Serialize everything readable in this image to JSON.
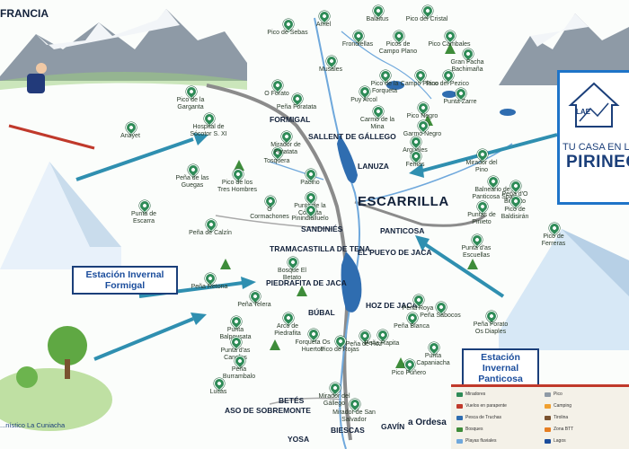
{
  "map": {
    "country_label": "FRANCIA",
    "logo": {
      "initials": "LAE",
      "tagline": "TU CASA EN LO",
      "brand": "PIRINEO"
    },
    "stations": [
      {
        "label": "Estación Invernal\nFormigal"
      },
      {
        "label": "Estación Invernal\nPanticosa"
      }
    ],
    "campsite_label": "...nístico La Cuniacha",
    "towns": [
      "ESCARRILLA",
      "FORMIGAL",
      "SALLENT DE GÁLLEGO",
      "LANUZA",
      "SANDINIÉS",
      "TRAMACASTILLA DE TENA",
      "EL PUEYO DE JACA",
      "PANTICOSA",
      "PIEDRAFITA DE JACA",
      "BÚBAL",
      "HOZ DE JACA",
      "BETÉS",
      "ASO DE SOBREMONTE",
      "YOSA",
      "BIESCAS",
      "GAVÍN",
      "a Ordesa"
    ],
    "peaks": [
      "Arriel",
      "Balaitus",
      "Pico del Cristal",
      "Pico de Sebas",
      "Frondiellas",
      "Picos de Campo Plano",
      "Pico Cambales",
      "Gran Facha Bachimaña",
      "Musales",
      "Pico de la Forqueta",
      "Campo Plano",
      "Pico del Pezico",
      "Pico de la Garganta",
      "Hospital de Sócotor S. XI",
      "O Forato",
      "Peña Foratata",
      "Puy Arcol",
      "Carmo de la Mina",
      "Pico Negro",
      "Punta Zarre",
      "Anayet",
      "Punta de Escarra",
      "Peña de las Guegas",
      "Pico de los Tres Hombres",
      "Tosquera",
      "Pacino",
      "Garmo Negro",
      "Arguales",
      "Feniás",
      "Peña d'O Brazato",
      "Pico de Baldisirán",
      "Peña de Calzín",
      "O Cormachones",
      "Punta de la Cochata",
      "Pinindialluelo",
      "Puntas de Pinieto",
      "Balneario de Panticosa Spa",
      "Pico de Ferreras",
      "Punta d'as Escuellas",
      "Peña Retona",
      "Peña Telera",
      "Bosque El Betato",
      "Arco de Piedrafita",
      "Punta Balpousata",
      "Punta d'as Canales",
      "Peña Burrambalo",
      "Forqueta Os Huertos",
      "Pico de Rojas",
      "Peña Blanca",
      "Peña Roya",
      "Peña Sabocos",
      "Peña Forato Os Diaples",
      "Peña de Hoz",
      "Peña Rapita",
      "Punta Capaniacha",
      "Pico Puñero",
      "Lucas",
      "Mirador del Gállego",
      "Mirador de San Salvador",
      "Mirador del Pino",
      "Mirador de Foratata"
    ],
    "legend": {
      "items": [
        "Miradores",
        "Pico",
        "Vuelos en parapente",
        "Camping",
        "Pesca de Truchas",
        "Tirolina",
        "Bosques",
        "Zona BTT",
        "Playas fluviales",
        "Lagos"
      ]
    },
    "colors": {
      "river": "#6fa8dc",
      "reservoir": "#2f6db0",
      "roads": "#8b8b8b",
      "pins": "#2e8b57",
      "station_border": "#1b3f7a",
      "station_text": "#1b4d9c",
      "arrows": "#2f8fb0"
    }
  }
}
